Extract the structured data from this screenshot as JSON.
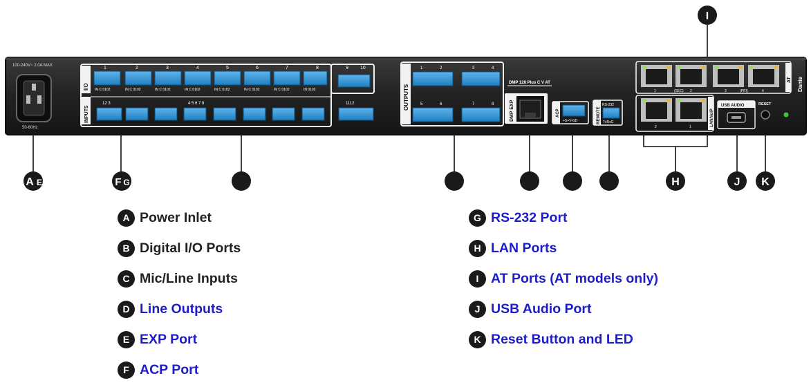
{
  "device": {
    "power_text": "100-240V~ 2.0A MAX",
    "power_freq": "50-60Hz",
    "io_label": "I/O",
    "io_numbers": [
      "1",
      "2",
      "3",
      "4",
      "5",
      "6",
      "7",
      "8",
      "9",
      "10"
    ],
    "io_pin_text": [
      "IN C 0102",
      "IN C 0102",
      "IN C 0102",
      "IN C 0102",
      "IN C 0102",
      "IN C 0102",
      "IN C 0102",
      "IN 0102"
    ],
    "inputs_label": "INPUTS",
    "inputs_numbers_a": "12 3",
    "inputs_numbers_b": "4 5 6 7 8",
    "inputs_numbers_c": "1112",
    "outputs_label": "OUTPUTS",
    "outputs_numbers": [
      "1",
      "2",
      "3",
      "4",
      "5",
      "6",
      "7",
      "8"
    ],
    "model_text": "DMP 128 Plus C V AT",
    "exp_label": "DMP EXP",
    "acp_label": "ACP",
    "acp_pins": "+S+V-GD",
    "remote_label": "REMOTE",
    "rs232_label": "RS-232",
    "rs232_pins": "TxRxG",
    "at_label": "AT",
    "at_numbers": [
      "1",
      "(SEC)",
      "2",
      "3",
      "(PRI)",
      "4"
    ],
    "lan_label": "LAN/VoIP",
    "lan_numbers": [
      "2",
      "1"
    ],
    "usb_label": "USB AUDIO",
    "reset_label": "RESET",
    "brand": "Dante"
  },
  "callouts": [
    "A",
    "E",
    "F",
    "G",
    "H",
    "J",
    "K",
    "I"
  ],
  "legend": [
    {
      "letter": "A",
      "label": "Power Inlet",
      "link": false
    },
    {
      "letter": "B",
      "label": "Digital I/O Ports",
      "link": false
    },
    {
      "letter": "C",
      "label": "Mic/Line Inputs",
      "link": false
    },
    {
      "letter": "D",
      "label": "Line Outputs",
      "link": true
    },
    {
      "letter": "E",
      "label": "EXP Port",
      "link": true
    },
    {
      "letter": "F",
      "label": "ACP Port",
      "link": true
    },
    {
      "letter": "G",
      "label": "RS-232 Port",
      "link": true
    },
    {
      "letter": "H",
      "label": "LAN Ports",
      "link": true
    },
    {
      "letter": "I",
      "label": "AT Ports (AT models only)",
      "link": true
    },
    {
      "letter": "J",
      "label": "USB Audio Port",
      "link": true
    },
    {
      "letter": "K",
      "label": "Reset Button and LED",
      "link": true
    }
  ],
  "colors": {
    "panel": "#232323",
    "connector": "#2a8fd0",
    "link_text": "#1d1dc8",
    "plain_text": "#222222",
    "led": "#3ec63e"
  }
}
